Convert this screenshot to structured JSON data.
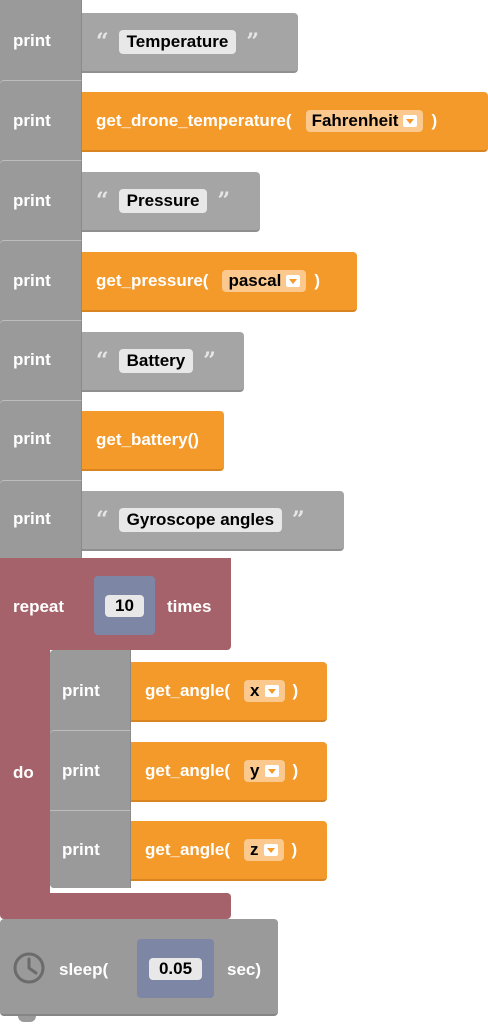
{
  "colors": {
    "print_block": "#9a9a9a",
    "string_block": "#a5a5a5",
    "function_block": "#f39a2b",
    "dropdown_field": "#fbc88e",
    "repeat_block": "#a6626a",
    "number_slot": "#7d86a4"
  },
  "blocks": {
    "print_label": "print",
    "open_quote": "“",
    "close_quote": "”",
    "b1": {
      "text": "Temperature"
    },
    "b2": {
      "fn": "get_drone_temperature(",
      "option": "Fahrenheit",
      "close": ")"
    },
    "b3": {
      "text": "Pressure"
    },
    "b4": {
      "fn": "get_pressure(",
      "option": "pascal",
      "close": ")"
    },
    "b5": {
      "text": "Battery"
    },
    "b6": {
      "fn": "get_battery()"
    },
    "b7": {
      "text": "Gyroscope angles"
    }
  },
  "repeat": {
    "label": "repeat",
    "count": "10",
    "times_label": "times",
    "do_label": "do",
    "items": [
      {
        "fn": "get_angle(",
        "option": "x",
        "close": ")"
      },
      {
        "fn": "get_angle(",
        "option": "y",
        "close": ")"
      },
      {
        "fn": "get_angle(",
        "option": "z",
        "close": ")"
      }
    ]
  },
  "sleep": {
    "icon": "clock-icon",
    "label": "sleep(",
    "value": "0.05",
    "unit": "sec)"
  }
}
